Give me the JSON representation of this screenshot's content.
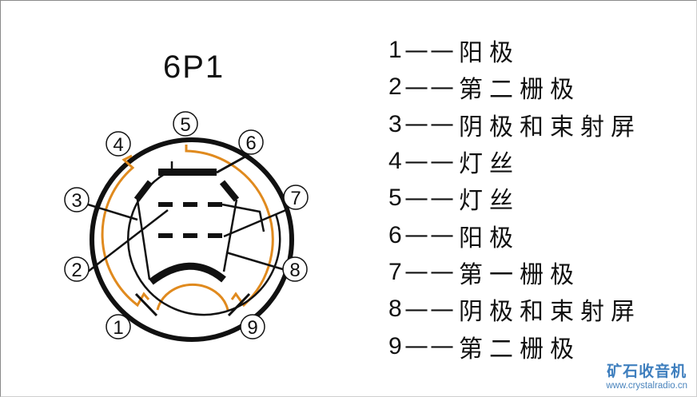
{
  "diagram": {
    "title": "6P1",
    "pin_numbers": [
      "1",
      "2",
      "3",
      "4",
      "5",
      "6",
      "7",
      "8",
      "9"
    ],
    "colors": {
      "outline": "#111111",
      "shield": "#e08a1e",
      "text": "#111111"
    }
  },
  "pins": [
    {
      "num": "1",
      "dash": "——",
      "desc": "阳极"
    },
    {
      "num": "2",
      "dash": "——",
      "desc": "第二栅极"
    },
    {
      "num": "3",
      "dash": "——",
      "desc": "阴极和束射屏"
    },
    {
      "num": "4",
      "dash": "——",
      "desc": "灯丝"
    },
    {
      "num": "5",
      "dash": "——",
      "desc": "灯丝"
    },
    {
      "num": "6",
      "dash": "——",
      "desc": "阳极"
    },
    {
      "num": "7",
      "dash": "——",
      "desc": "第一栅极"
    },
    {
      "num": "8",
      "dash": "——",
      "desc": "阴极和束射屏"
    },
    {
      "num": "9",
      "dash": "——",
      "desc": "第二栅极"
    }
  ],
  "watermark": {
    "name": "矿石收音机",
    "url": "www.crystalradio.cn",
    "color": "#3f7fbe"
  }
}
